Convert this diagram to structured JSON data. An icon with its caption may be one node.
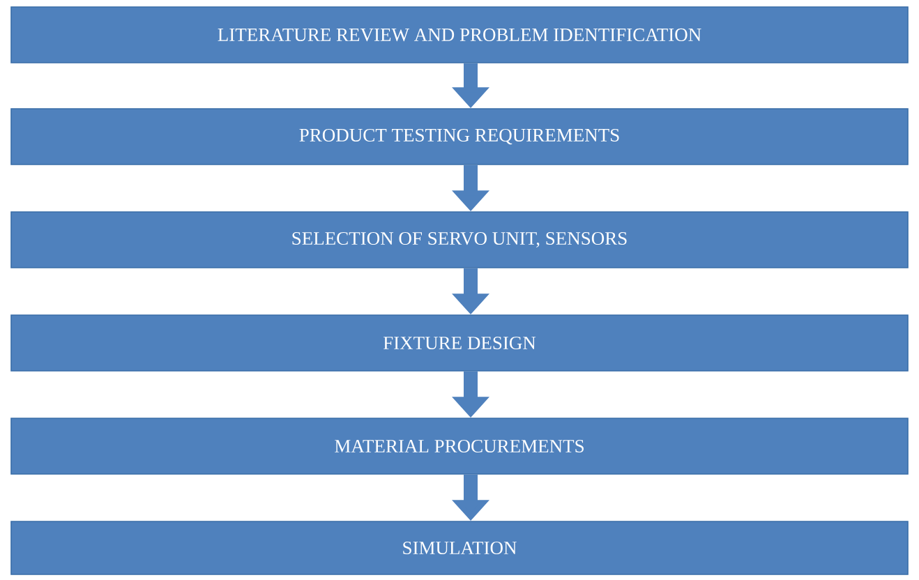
{
  "diagram": {
    "nodes": [
      {
        "text": [
          "LITERATURE REVIEW AND PROBLEM IDENTIFICATION"
        ]
      },
      {
        "text": [
          "PRODUCT TESTING REQUIREMENTS"
        ]
      },
      {
        "text": [
          "SELECTION OF SERVO UNIT, SENSORS"
        ]
      },
      {
        "text": [
          "FIXTURE DESIGN"
        ]
      },
      {
        "text": [
          "MATERIAL PROCUREMENTS"
        ]
      },
      {
        "text": [
          "SIMULATION"
        ]
      }
    ],
    "edges": [
      {
        "from": 0,
        "to": 1,
        "arrow": "to"
      },
      {
        "from": 1,
        "to": 2,
        "arrow": "to"
      },
      {
        "from": 2,
        "to": 3,
        "arrow": "to"
      },
      {
        "from": 3,
        "to": 4,
        "arrow": "to"
      },
      {
        "from": 4,
        "to": 5,
        "arrow": "to"
      }
    ]
  }
}
